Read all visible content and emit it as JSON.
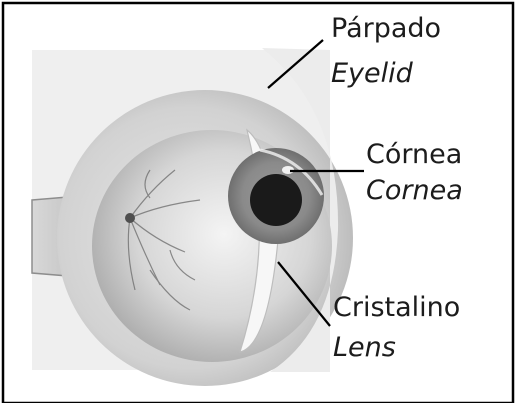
{
  "diagram": {
    "labels": {
      "eyelid": {
        "es": "Párpado",
        "en": "Eyelid"
      },
      "cornea": {
        "es": "Córnea",
        "en": "Cornea"
      },
      "lens": {
        "es": "Cristalino",
        "en": "Lens"
      }
    }
  }
}
